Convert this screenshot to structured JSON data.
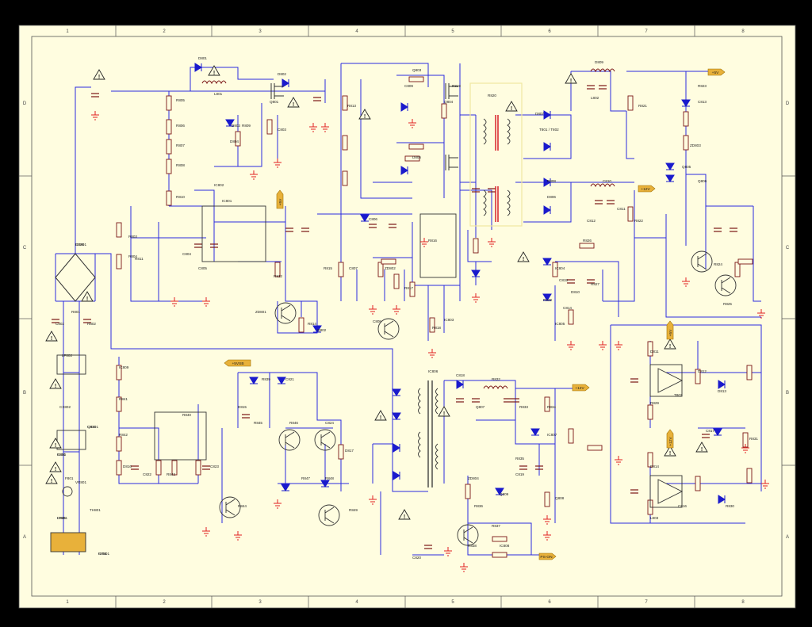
{
  "grid": {
    "columns": [
      "1",
      "2",
      "3",
      "4",
      "5",
      "6",
      "7",
      "8"
    ],
    "rows": [
      "D",
      "C",
      "B",
      "A"
    ]
  },
  "colors": {
    "background": "#000000",
    "paper": "#fffde0",
    "wire": "#2b2bdf",
    "component": "#7a1515",
    "label": "#222222",
    "ground": "#e0201f",
    "net_tag": "#e8b13a",
    "transformer_frame": "#f0e8a0",
    "transformer_core": "#d8202c",
    "diode": "#1a1acc"
  },
  "net_tags": [
    {
      "label": "+5V"
    },
    {
      "label": "+12V"
    },
    {
      "label": "+12V"
    },
    {
      "label": "+5V"
    },
    {
      "label": "+5V"
    },
    {
      "label": "+12V"
    },
    {
      "label": "PS-ON"
    },
    {
      "label": "+5VSB"
    }
  ],
  "component_labels": [
    {
      "text": "LF801"
    },
    {
      "text": "CX801"
    },
    {
      "text": "C801"
    },
    {
      "text": "CY801"
    },
    {
      "text": "BD801"
    },
    {
      "text": "R801"
    },
    {
      "text": "C802"
    },
    {
      "text": "R802"
    },
    {
      "text": "LF802"
    },
    {
      "text": "CX802"
    },
    {
      "text": "VR801"
    },
    {
      "text": "TH801"
    },
    {
      "text": "F801"
    },
    {
      "text": "R803"
    },
    {
      "text": "R804"
    },
    {
      "text": "R805"
    },
    {
      "text": "R806"
    },
    {
      "text": "R807"
    },
    {
      "text": "R808"
    },
    {
      "text": "D801"
    },
    {
      "text": "D802"
    },
    {
      "text": "L801"
    },
    {
      "text": "Q801"
    },
    {
      "text": "D803"
    },
    {
      "text": "D804"
    },
    {
      "text": "R809"
    },
    {
      "text": "C803"
    },
    {
      "text": "R810"
    },
    {
      "text": "IC801"
    },
    {
      "text": "IC802"
    },
    {
      "text": "C804"
    },
    {
      "text": "C805"
    },
    {
      "text": "R811"
    },
    {
      "text": "R812"
    },
    {
      "text": "C806"
    },
    {
      "text": "R813"
    },
    {
      "text": "ZD801"
    },
    {
      "text": "R814"
    },
    {
      "text": "Q802"
    },
    {
      "text": "R815"
    },
    {
      "text": "C807"
    },
    {
      "text": "R816"
    },
    {
      "text": "ZD802"
    },
    {
      "text": "C808"
    },
    {
      "text": "R817"
    },
    {
      "text": "R818"
    },
    {
      "text": "IC803"
    },
    {
      "text": "C809"
    },
    {
      "text": "Q803"
    },
    {
      "text": "Q804"
    },
    {
      "text": "R819"
    },
    {
      "text": "D805"
    },
    {
      "text": "R820"
    },
    {
      "text": "T801 / T802"
    },
    {
      "text": "D806"
    },
    {
      "text": "D807"
    },
    {
      "text": "D808"
    },
    {
      "text": "D809"
    },
    {
      "text": "L802"
    },
    {
      "text": "C810"
    },
    {
      "text": "C811"
    },
    {
      "text": "C812"
    },
    {
      "text": "R821"
    },
    {
      "text": "R822"
    },
    {
      "text": "R823"
    },
    {
      "text": "C813"
    },
    {
      "text": "ZD803"
    },
    {
      "text": "Q805"
    },
    {
      "text": "Q806"
    },
    {
      "text": "R824"
    },
    {
      "text": "R825"
    },
    {
      "text": "IC804"
    },
    {
      "text": "R826"
    },
    {
      "text": "C814"
    },
    {
      "text": "R827"
    },
    {
      "text": "D810"
    },
    {
      "text": "IC805"
    },
    {
      "text": "R828"
    },
    {
      "text": "C815"
    },
    {
      "text": "D811"
    },
    {
      "text": "R829"
    },
    {
      "text": "T803"
    },
    {
      "text": "D812"
    },
    {
      "text": "D813"
    },
    {
      "text": "D814"
    },
    {
      "text": "L803"
    },
    {
      "text": "C816"
    },
    {
      "text": "C817"
    },
    {
      "text": "R830"
    },
    {
      "text": "R831"
    },
    {
      "text": "IC806"
    },
    {
      "text": "C818"
    },
    {
      "text": "R832"
    },
    {
      "text": "Q807"
    },
    {
      "text": "R833"
    },
    {
      "text": "R834"
    },
    {
      "text": "IC807"
    },
    {
      "text": "Q808"
    },
    {
      "text": "R835"
    },
    {
      "text": "C819"
    },
    {
      "text": "Q809"
    },
    {
      "text": "ZD804"
    },
    {
      "text": "R836"
    },
    {
      "text": "R837"
    },
    {
      "text": "IC808"
    },
    {
      "text": "R838"
    },
    {
      "text": "C820"
    },
    {
      "text": "D815"
    },
    {
      "text": "R839"
    },
    {
      "text": "C821"
    },
    {
      "text": "R840"
    },
    {
      "text": "IC809"
    },
    {
      "text": "R841"
    },
    {
      "text": "R842"
    },
    {
      "text": "D816"
    },
    {
      "text": "C822"
    },
    {
      "text": "R843"
    },
    {
      "text": "C823"
    },
    {
      "text": "R844"
    },
    {
      "text": "R845"
    },
    {
      "text": "R846"
    },
    {
      "text": "C824"
    },
    {
      "text": "D817"
    },
    {
      "text": "R847"
    },
    {
      "text": "R848"
    },
    {
      "text": "R849"
    },
    {
      "text": "C825"
    },
    {
      "text": "Q810"
    },
    {
      "text": "R850"
    },
    {
      "text": "R851"
    },
    {
      "text": "C826"
    }
  ]
}
